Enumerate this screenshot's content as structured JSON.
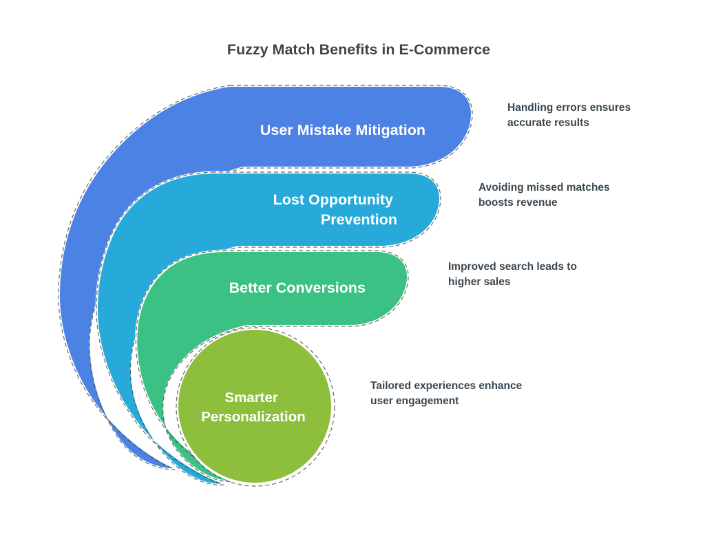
{
  "title": {
    "text": "Fuzzy Match Benefits in E-Commerce"
  },
  "colors": {
    "blue": "#4d82e5",
    "cyan": "#27aad9",
    "green": "#3bc184",
    "olive": "#8dbe3c",
    "label": "#ffffff",
    "annotation": "#3b4750",
    "title": "#3e4843",
    "sketch": "#47524f",
    "background": "#ffffff"
  },
  "bands": [
    {
      "id": "user-mistake-mitigation",
      "label_lines": {
        "0": "User Mistake Mitigation",
        "1": ""
      },
      "note_lines": {
        "0": "Handling errors ensures",
        "1": "accurate results"
      }
    },
    {
      "id": "lost-opportunity-prevention",
      "label_lines": {
        "0": "Lost Opportunity",
        "1": "Prevention"
      },
      "note_lines": {
        "0": "Avoiding missed matches",
        "1": "boosts revenue"
      }
    },
    {
      "id": "better-conversions",
      "label_lines": {
        "0": "Better Conversions",
        "1": ""
      },
      "note_lines": {
        "0": "Improved search leads to",
        "1": "higher sales"
      }
    },
    {
      "id": "smarter-personalization",
      "label_lines": {
        "0": "Smarter",
        "1": "Personalization"
      },
      "note_lines": {
        "0": "Tailored experiences enhance",
        "1": "user engagement"
      }
    }
  ]
}
